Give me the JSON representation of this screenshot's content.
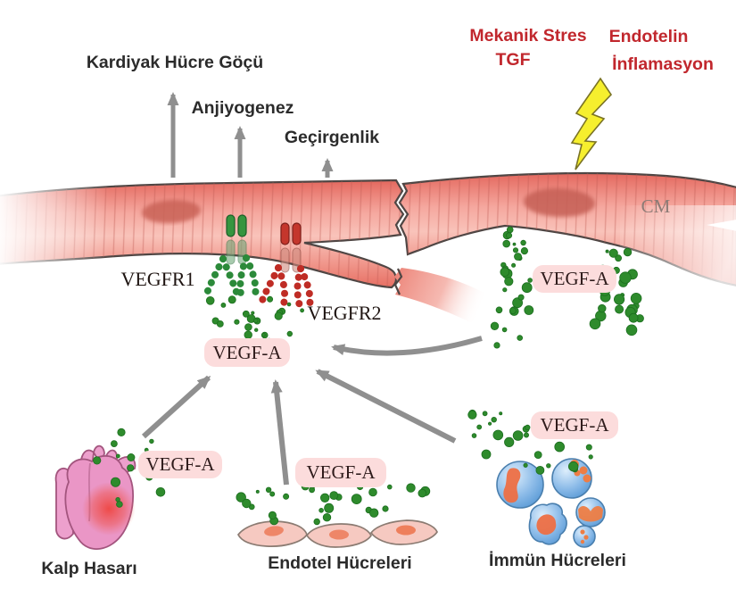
{
  "figure": {
    "cm_label": "CM"
  },
  "effects": [
    {
      "label": "Kardiyak Hücre Göçü"
    },
    {
      "label": "Anjiyogenez"
    },
    {
      "label": "Geçirgenlik"
    }
  ],
  "stimuli": [
    {
      "label": "Mekanik Stres"
    },
    {
      "label": "TGF"
    },
    {
      "label": "Endotelin"
    },
    {
      "label": "İnflamasyon"
    }
  ],
  "receptors": [
    {
      "label": "VEGFR1",
      "color": "#2e8f3e"
    },
    {
      "label": "VEGFR2",
      "color": "#bf2c25"
    }
  ],
  "vegf": {
    "center": "VEGF-A",
    "vessel": "VEGF-A",
    "heart": "VEGF-A",
    "endothelial": "VEGF-A",
    "immune": "VEGF-A"
  },
  "sources": [
    {
      "label": "Kalp Hasarı"
    },
    {
      "label": "Endotel Hücreleri"
    },
    {
      "label": "İmmün Hücreleri"
    }
  ],
  "colors": {
    "stimuli_text": "#c1272d",
    "effect_text": "#2b2b2b",
    "vegf_pill_bg": "#fcdcdc",
    "vegf_dot": "#2e8b2c",
    "arrow": "#8f8f8f",
    "lightning": "#f6ef2e",
    "fiber": "#ef8277",
    "heart": "#ea96c6",
    "immune_cell": "#5b9bd5",
    "endothelial_cell": "#f6c9c1"
  }
}
